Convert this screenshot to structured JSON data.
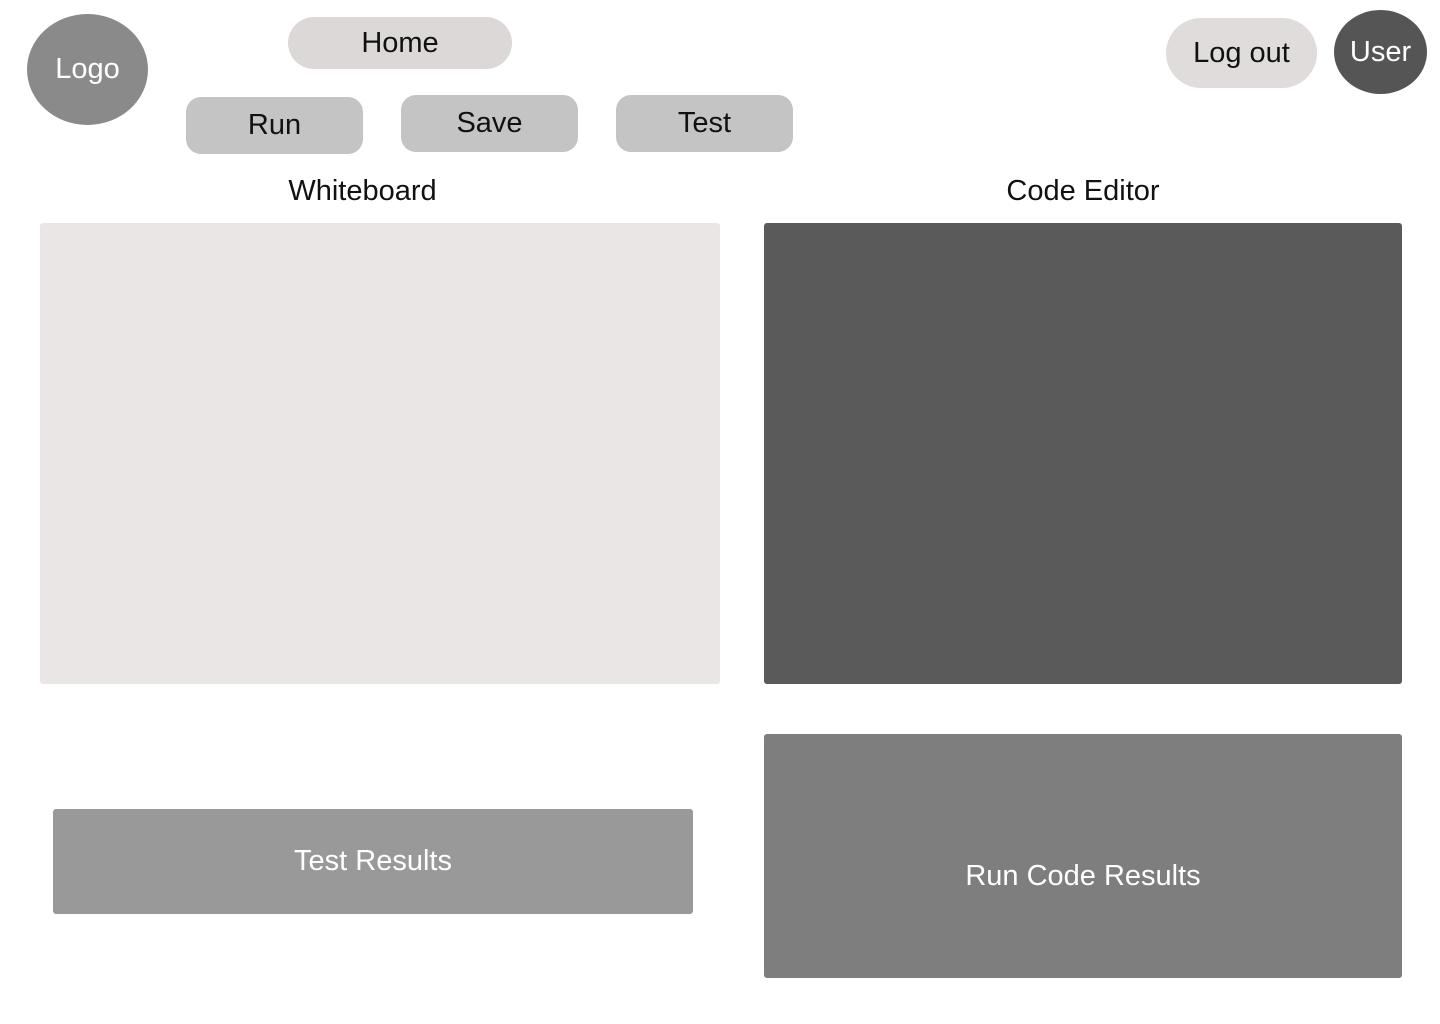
{
  "header": {
    "logo_label": "Logo",
    "home_label": "Home",
    "logout_label": "Log out",
    "user_label": "User"
  },
  "toolbar": {
    "run_label": "Run",
    "save_label": "Save",
    "test_label": "Test"
  },
  "panels": {
    "whiteboard_title": "Whiteboard",
    "code_editor_title": "Code Editor",
    "test_results_label": "Test Results",
    "run_code_results_label": "Run Code Results"
  },
  "colors": {
    "logo_bg": "#8a8a8a",
    "user_bg": "#555555",
    "home_bg": "#dcd8d8",
    "logout_bg": "#e0dcdc",
    "tool_button_bg": "#c4c4c4",
    "whiteboard_bg": "#eae6e6",
    "code_editor_bg": "#5b5a5b",
    "test_results_bg": "#999999",
    "run_results_bg": "#7f7e7f"
  }
}
